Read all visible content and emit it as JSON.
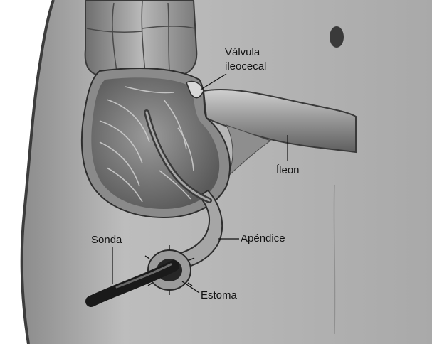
{
  "labels": {
    "valve_line1": "Válvula",
    "valve_line2": "ileocecal",
    "ileum": "Íleon",
    "probe": "Sonda",
    "appendix": "Apéndice",
    "stoma": "Estoma"
  },
  "colors": {
    "skin": "#b4b4b4",
    "body_edge": "#3c3c3c",
    "wall": "#8a8a8a",
    "lumen": "#6a6a6a",
    "ileum": "#9a9a9a",
    "probe": "#1a1a1a"
  }
}
